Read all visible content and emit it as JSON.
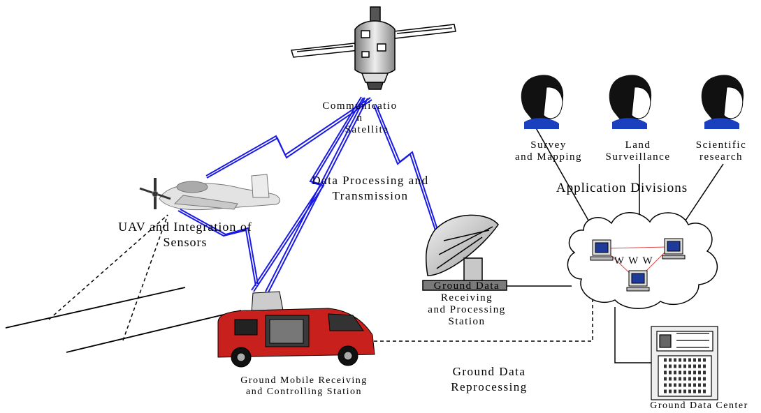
{
  "satellite": {
    "label_line1": "Communicatio",
    "label_line2": "n",
    "label_line3": "Satellite"
  },
  "uav": {
    "label_line1": "UAV and Integration of",
    "label_line2": "Sensors"
  },
  "data_processing": {
    "label_line1": "Data Processing and",
    "label_line2": "Transmission"
  },
  "ground_station": {
    "label_line1": "Ground Data",
    "label_line2": "Receiving",
    "label_line3": "and Processing",
    "label_line4": "Station"
  },
  "mobile_station": {
    "label_line1": "Ground Mobile Receiving",
    "label_line2": "and Controlling Station"
  },
  "reprocessing": {
    "label_line1": "Ground Data",
    "label_line2": "Reprocessing"
  },
  "www": {
    "label": "W W W"
  },
  "data_center": {
    "label": "Ground Data Center"
  },
  "applications": {
    "title": "Application Divisions",
    "divisions": [
      {
        "line1": "Survey",
        "line2": "and Mapping"
      },
      {
        "line1": "Land",
        "line2": "Surveillance"
      },
      {
        "line1": "Scientific",
        "line2": "research"
      }
    ]
  },
  "colors": {
    "link": "#1a1ae6",
    "van": "#c8201c",
    "person_hair": "#111111",
    "person_shirt": "#1a3fbf"
  }
}
